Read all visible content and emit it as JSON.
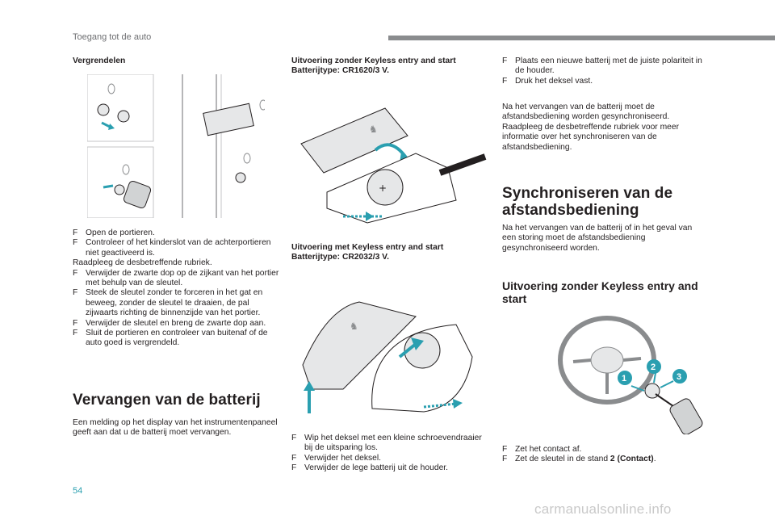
{
  "header": {
    "section": "Toegang tot de auto"
  },
  "col1": {
    "title": "Vergrendelen",
    "steps": [
      {
        "marker": "F",
        "text": "Open de portieren."
      },
      {
        "marker": "F",
        "text": "Controleer of het kinderslot van de achterportieren niet geactiveerd is."
      }
    ],
    "note": "Raadpleeg de desbetreffende rubriek.",
    "steps2": [
      {
        "marker": "F",
        "text": "Verwijder de zwarte dop op de zijkant van het portier met behulp van de sleutel."
      },
      {
        "marker": "F",
        "text": "Steek de sleutel zonder te forceren in het gat en beweeg, zonder de sleutel te draaien, de pal zijwaarts richting de binnenzijde van het portier."
      },
      {
        "marker": "F",
        "text": "Verwijder de sleutel en breng de zwarte dop aan."
      },
      {
        "marker": "F",
        "text": "Sluit de portieren en controleer van buitenaf of de auto goed is vergrendeld."
      }
    ],
    "section_heading": "Vervangen van de batterij",
    "section_text": "Een melding op het display van het instrumentenpaneel geeft aan dat u de batterij moet vervangen."
  },
  "col2": {
    "sub1_line1": "Uitvoering zonder Keyless entry and start",
    "sub1_line2": "Batterijtype: CR1620/3 V.",
    "sub2_line1": "Uitvoering met Keyless entry and start",
    "sub2_line2": "Batterijtype: CR2032/3 V.",
    "steps": [
      {
        "marker": "F",
        "text": "Wip het deksel met een kleine schroevendraaier bij de uitsparing los."
      },
      {
        "marker": "F",
        "text": "Verwijder het deksel."
      },
      {
        "marker": "F",
        "text": "Verwijder de lege batterij uit de houder."
      }
    ]
  },
  "col3": {
    "steps": [
      {
        "marker": "F",
        "text": "Plaats een nieuwe batterij met de juiste polariteit in de houder."
      },
      {
        "marker": "F",
        "text": "Druk het deksel vast."
      }
    ],
    "note": "Na het vervangen van de batterij moet de afstandsbediening worden gesynchroniseerd. Raadpleeg de desbetreffende rubriek voor meer informatie over het synchroniseren van de afstandsbediening.",
    "heading1": "Synchroniseren van de afstandsbediening",
    "text1": "Na het vervangen van de batterij of in het geval van een storing moet de afstandsbediening gesynchroniseerd worden.",
    "heading2": "Uitvoering zonder Keyless entry and start",
    "steps2": [
      {
        "marker": "F",
        "text": "Zet het contact af."
      },
      {
        "marker": "F",
        "text_plain": "Zet de sleutel in de stand ",
        "text_bold": "2 (Contact)",
        "text_end": "."
      }
    ],
    "callouts": [
      "1",
      "2",
      "3"
    ]
  },
  "footer": {
    "page_number": "54",
    "watermark": "carmanualsonline.info"
  },
  "colors": {
    "accent": "#2a9fb0",
    "header_bar": "#8a8c8e",
    "text": "#231f20"
  }
}
